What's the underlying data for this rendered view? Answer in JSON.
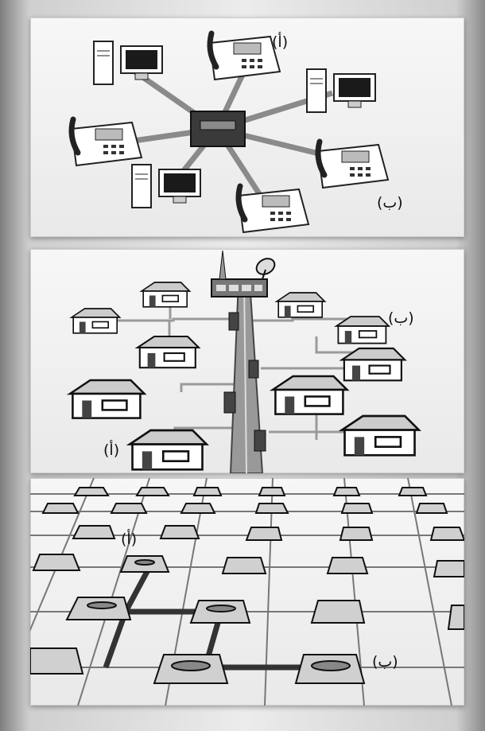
{
  "panels": [
    {
      "id": "star-network",
      "label_a": "(أ)",
      "label_b": "(ب)"
    },
    {
      "id": "bus-network",
      "label_a": "(أ)",
      "label_b": "(ب)"
    },
    {
      "id": "mesh-network",
      "label_a": "(أ)",
      "label_b": "(ب)"
    }
  ],
  "colors": {
    "line": "#8a8a8a",
    "dark": "#333333",
    "box": "#d9d9d9",
    "screen": "#1a1a1a"
  }
}
